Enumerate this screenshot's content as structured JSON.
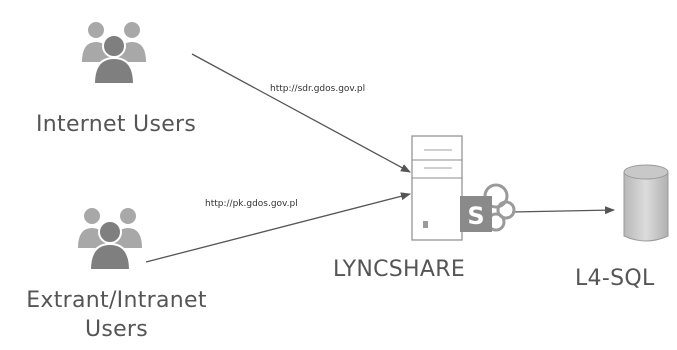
{
  "nodes": {
    "internet_users": {
      "label": "Internet Users",
      "icon": "users-group-icon"
    },
    "extranet_users": {
      "label_line1": "Extrant/Intranet",
      "label_line2": "Users",
      "icon": "users-group-icon"
    },
    "lyncshare": {
      "label": "LYNCSHARE",
      "icon": "sharepoint-server-icon",
      "badge_letter": "S"
    },
    "l4sql": {
      "label": "L4-SQL",
      "icon": "database-icon"
    }
  },
  "connections": {
    "internet_url": "http://sdr.gdos.gov.pl",
    "extranet_url": "http://pk.gdos.gov.pl"
  },
  "colors": {
    "icon_gray": "#9a9a9a",
    "icon_dark": "#6e6e6e",
    "line": "#555555",
    "text": "#555555",
    "sharepoint_badge": "#8a8a8a"
  }
}
